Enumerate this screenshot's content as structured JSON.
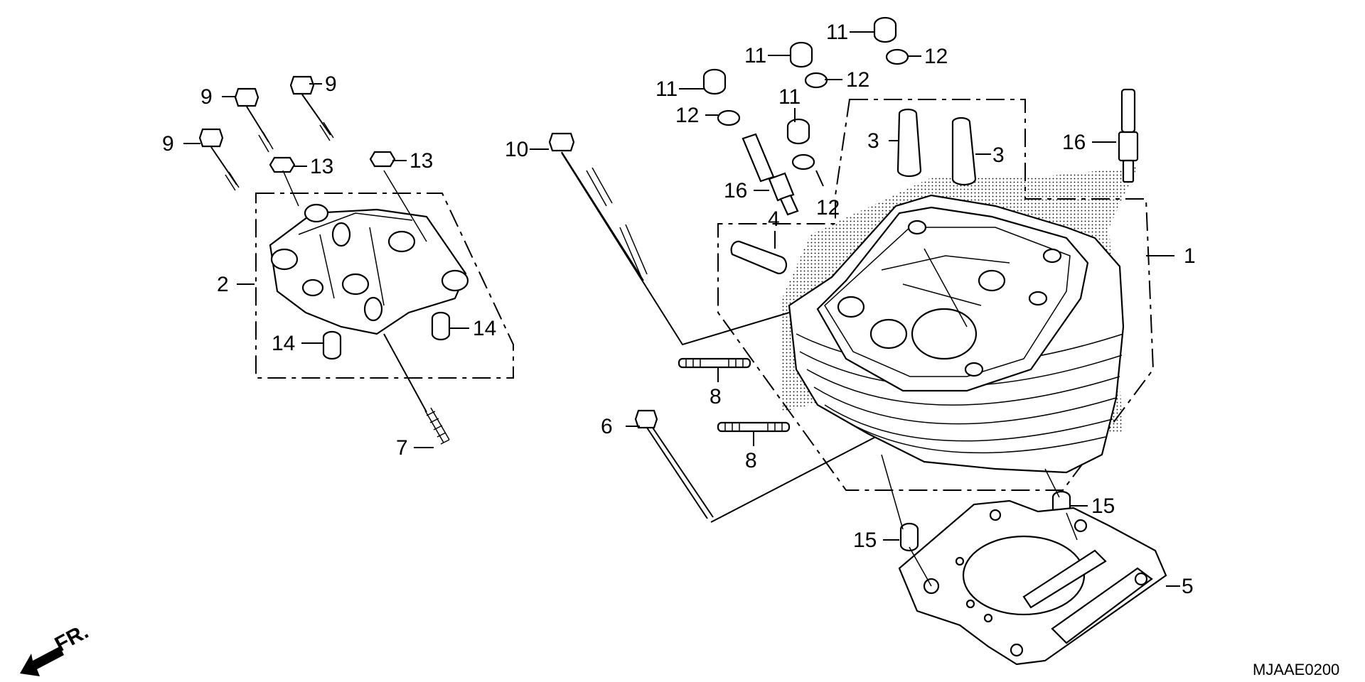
{
  "diagram": {
    "part_labels": [
      "1",
      "2",
      "3",
      "3",
      "4",
      "5",
      "6",
      "7",
      "8",
      "8",
      "9",
      "9",
      "9",
      "10",
      "11",
      "11",
      "11",
      "11",
      "12",
      "12",
      "12",
      "12",
      "13",
      "13",
      "14",
      "14",
      "15",
      "15",
      "16",
      "16"
    ],
    "direction_label": "FR.",
    "drawing_code": "MJAAE0200"
  }
}
